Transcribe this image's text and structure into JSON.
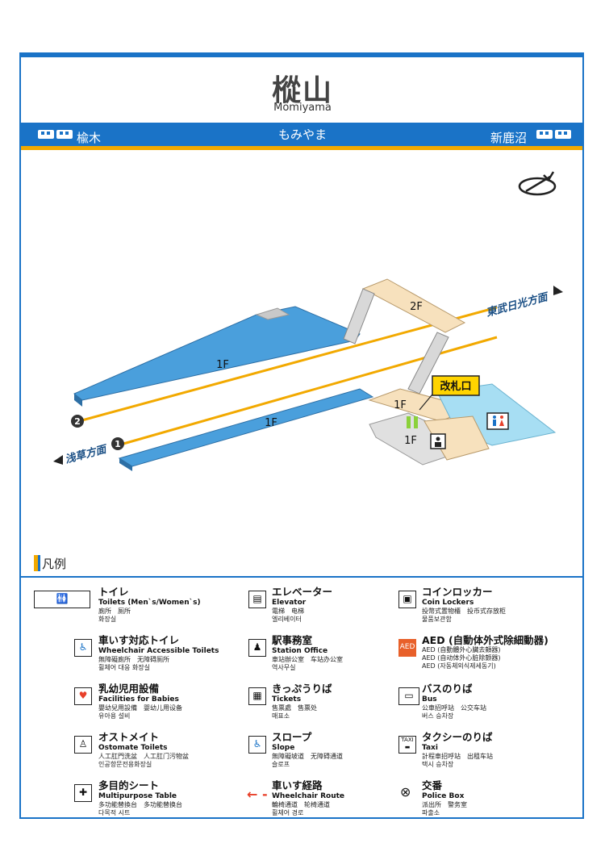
{
  "station": {
    "name_ja": "樅山",
    "name_en": "Momiyama",
    "name_kana": "もみやま",
    "prev_station": "楡木",
    "next_station": "新鹿沼"
  },
  "map": {
    "floor_2f": "2F",
    "floor_1f_a": "1F",
    "floor_1f_b": "1F",
    "floor_1f_c": "1F",
    "floor_1f_d": "1F",
    "gate_label": "改札口",
    "direction_tobu": "東武日光方面",
    "direction_asakusa": "浅草方面",
    "track_1": "1",
    "track_2": "2"
  },
  "legend": {
    "title": "凡例",
    "items": [
      {
        "jp": "トイレ",
        "en": "Toilets (Men`s/Women`s)",
        "l1": "廁所　厕所",
        "l2": "화장실",
        "icon": "toilet-icon"
      },
      {
        "jp": "車いす対応トイレ",
        "en": "Wheelchair Accessible Toilets",
        "l1": "無障礙廁所　无障碍厕所",
        "l2": "휠체어 대응 화장실",
        "icon": "wheelchair-toilet-icon"
      },
      {
        "jp": "乳幼児用設備",
        "en": "Facilities for Babies",
        "l1": "嬰幼兒用設備　婴幼儿用设备",
        "l2": "유아용 설비",
        "icon": "baby-icon"
      },
      {
        "jp": "オストメイト",
        "en": "Ostomate Toilets",
        "l1": "人工肛門洗盆　人工肛门污物盆",
        "l2": "인공항문전용화장실",
        "icon": "ostomate-icon"
      },
      {
        "jp": "多目的シート",
        "en": "Multipurpose Table",
        "l1": "多功能替換台　多功能替换台",
        "l2": "다목적 시트",
        "icon": "multipurpose-table-icon"
      },
      {
        "jp": "エレベーター",
        "en": "Elevator",
        "l1": "電梯　电梯",
        "l2": "엘리베이터",
        "icon": "elevator-icon"
      },
      {
        "jp": "駅事務室",
        "en": "Station Office",
        "l1": "車站辦公室　车站办公室",
        "l2": "역사무실",
        "icon": "station-office-icon"
      },
      {
        "jp": "きっぷうりば",
        "en": "Tickets",
        "l1": "售票處　售票处",
        "l2": "매표소",
        "icon": "tickets-icon"
      },
      {
        "jp": "スロープ",
        "en": "Slope",
        "l1": "無障礙坡道　无障碍通道",
        "l2": "슬로프",
        "icon": "slope-icon"
      },
      {
        "jp": "車いす経路",
        "en": "Wheelchair Route",
        "l1": "輪椅通道　轮椅通道",
        "l2": "휠체어 경로",
        "icon": "wheelchair-route-icon"
      },
      {
        "jp": "コインロッカー",
        "en": "Coin Lockers",
        "l1": "投幣式置物櫃　投币式存放柜",
        "l2": "물품보관함",
        "icon": "coin-locker-icon"
      },
      {
        "jp": "AED (自動体外式除細動器)",
        "en": "AED (自動體外心臟去顫器)",
        "l1": "AED (自动体外心脏除颤器)",
        "l2": "AED (자동체외식제세동기)",
        "icon": "aed-icon"
      },
      {
        "jp": "バスのりば",
        "en": "Bus",
        "l1": "公車招呼站　公交车站",
        "l2": "버스 승차장",
        "icon": "bus-icon"
      },
      {
        "jp": "タクシーのりば",
        "en": "Taxi",
        "l1": "計程車招呼站　出租车站",
        "l2": "택시 승차장",
        "icon": "taxi-icon"
      },
      {
        "jp": "交番",
        "en": "Police Box",
        "l1": "派出所　警务室",
        "l2": "파출소",
        "icon": "police-box-icon"
      }
    ]
  },
  "colors": {
    "blue": "#1a73c7",
    "orange": "#f2a900",
    "platform": "#4a9fdc",
    "concourse": "#f7e1bd",
    "ticket_area": "#a7def3",
    "gray": "#c9c9c9"
  }
}
